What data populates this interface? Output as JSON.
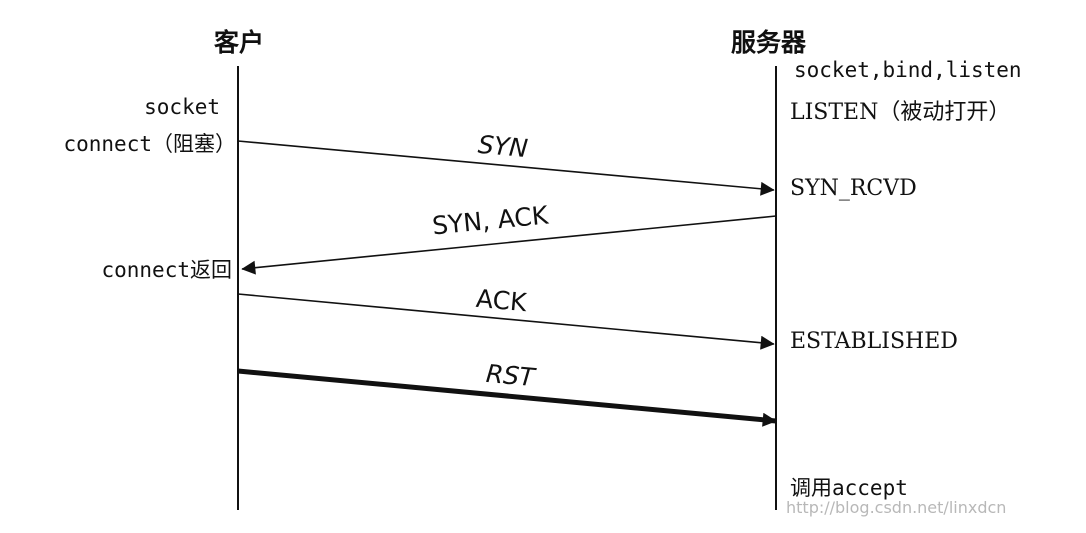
{
  "client": {
    "title": "客户",
    "events": {
      "socket": "socket",
      "connect": "connect（阻塞）",
      "connect_return": "connect返回"
    }
  },
  "server": {
    "title": "服务器",
    "events": {
      "calls": "socket,bind,listen",
      "listen": "LISTEN（被动打开）",
      "syn_rcvd": "SYN_RCVD",
      "established": "ESTABLISHED",
      "accept": "调用accept"
    }
  },
  "messages": [
    {
      "label": "SYN",
      "direction": "client-to-server"
    },
    {
      "label": "SYN, ACK",
      "direction": "server-to-client"
    },
    {
      "label": "ACK",
      "direction": "client-to-server"
    },
    {
      "label": "RST",
      "direction": "client-to-server",
      "emphasis": "bold"
    }
  ],
  "colors": {
    "line": "#111111",
    "watermark": "#b8b8b8"
  },
  "watermark": "http://blog.csdn.net/linxdcn"
}
